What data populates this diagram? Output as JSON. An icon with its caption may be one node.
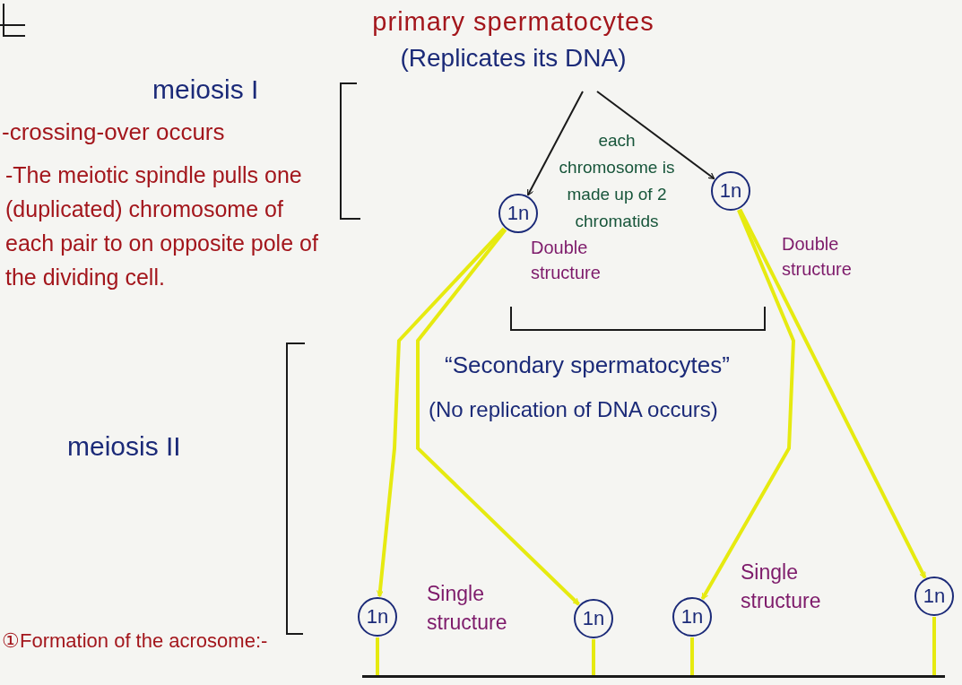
{
  "diagram": {
    "nodes": [
      {
        "text": [
          "primary spermatocytes",
          "(Replicates its DNA)"
        ]
      },
      {
        "text": [
          "1n"
        ],
        "beside": [
          "Double structure"
        ]
      },
      {
        "text": [
          "1n"
        ],
        "beside": [
          "Double structure"
        ]
      },
      {
        "text": [
          "“Secondary spermatocytes”",
          "(No replication of DNA occurs)"
        ]
      },
      {
        "text": [
          "1n"
        ],
        "beside": [
          "Single structure"
        ]
      },
      {
        "text": [
          "1n"
        ]
      },
      {
        "text": [
          "1n"
        ],
        "beside": [
          "Single structure"
        ]
      },
      {
        "text": [
          "1n"
        ]
      },
      {
        "text": [],
        "shape": "bar"
      }
    ],
    "edges": [
      {
        "from": 0,
        "to": 1,
        "arrow": "to",
        "color": "#1a1a1a"
      },
      {
        "from": 0,
        "to": 2,
        "arrow": "to",
        "color": "#1a1a1a"
      },
      {
        "from": 1,
        "to": 4,
        "arrow": "to"
      },
      {
        "from": 1,
        "to": 5,
        "arrow": "to"
      },
      {
        "from": 2,
        "to": 6,
        "arrow": "to"
      },
      {
        "from": 2,
        "to": 7,
        "arrow": "to"
      },
      {
        "from": 4,
        "to": 8,
        "arrow": "none"
      },
      {
        "from": 5,
        "to": 8,
        "arrow": "none"
      },
      {
        "from": 6,
        "to": 8,
        "arrow": "none"
      },
      {
        "from": 7,
        "to": 8,
        "arrow": "none"
      }
    ],
    "labels": [
      "meiosis I",
      "-crossing-over occurs",
      "-The meiotic spindle pulls one (duplicated) chromosome of each pair to on opposite pole of the dividing cell.",
      "each chromosome is made up of 2 chromatids",
      "meiosis II",
      "①Formation of the acrosome:-"
    ]
  }
}
